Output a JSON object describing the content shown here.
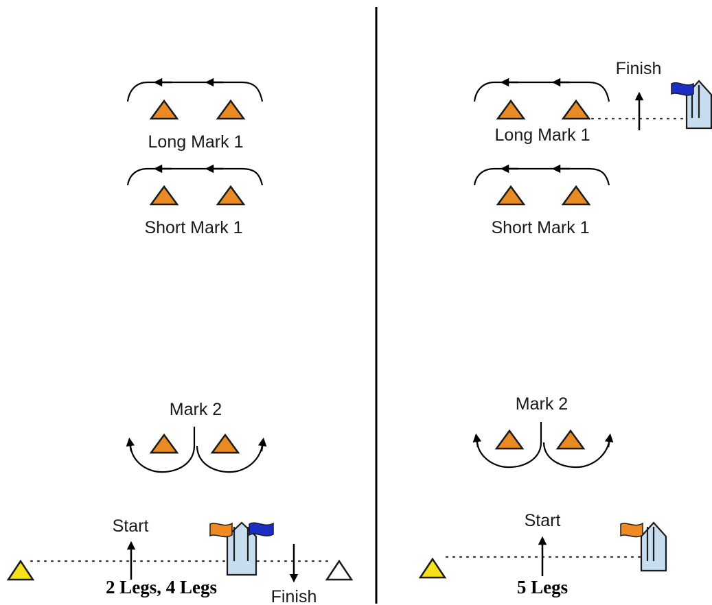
{
  "left_panel": {
    "long_mark_label": "Long Mark 1",
    "short_mark_label": "Short Mark 1",
    "mark2_label": "Mark 2",
    "start_label": "Start",
    "finish_label": "Finish",
    "caption": "2 Legs, 4 Legs"
  },
  "right_panel": {
    "long_mark_label": "Long Mark 1",
    "short_mark_label": "Short Mark 1",
    "mark2_label": "Mark 2",
    "start_label": "Start",
    "finish_label": "Finish",
    "caption": "5 Legs"
  },
  "colors": {
    "mark": "#e98a22",
    "pin_end": "#f4e11a",
    "committee_boat": "#c7dcef",
    "orange_flag": "#ee8a21",
    "blue_flag": "#1b2fc4"
  }
}
